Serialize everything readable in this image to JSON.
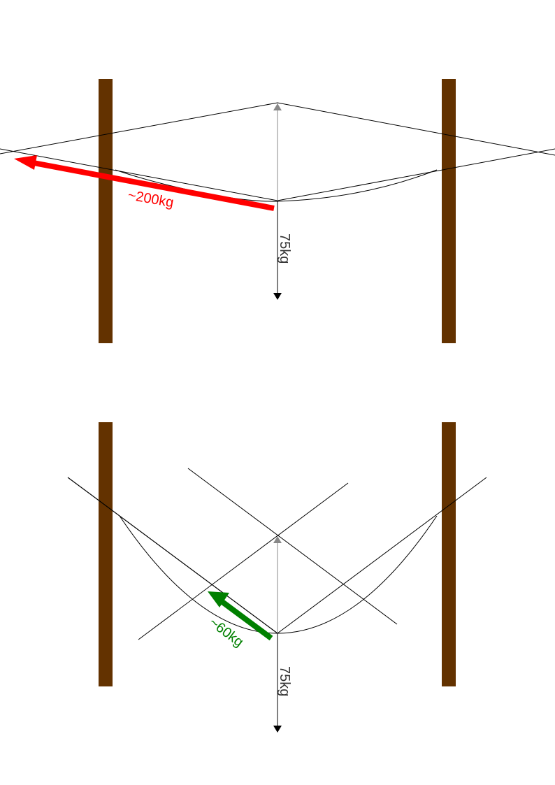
{
  "colors": {
    "post": "#633200",
    "red": "#ff0000",
    "green": "#008000",
    "gray": "#888888",
    "text": "#333333"
  },
  "top_diagram": {
    "tension_label": "~200kg",
    "weight_label": "75kg"
  },
  "bottom_diagram": {
    "tension_label": "~60kg",
    "weight_label": "75kg"
  }
}
